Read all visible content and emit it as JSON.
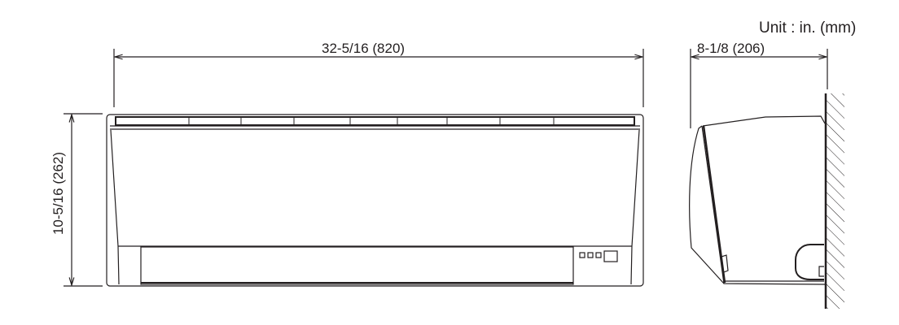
{
  "unit_label": "Unit : in. (mm)",
  "dimensions": {
    "front_width": "32-5/16 (820)",
    "height": "10-5/16 (262)",
    "side_depth": "8-1/8 (206)"
  },
  "views": [
    "front-view",
    "side-view"
  ],
  "line_color": "#231f20"
}
